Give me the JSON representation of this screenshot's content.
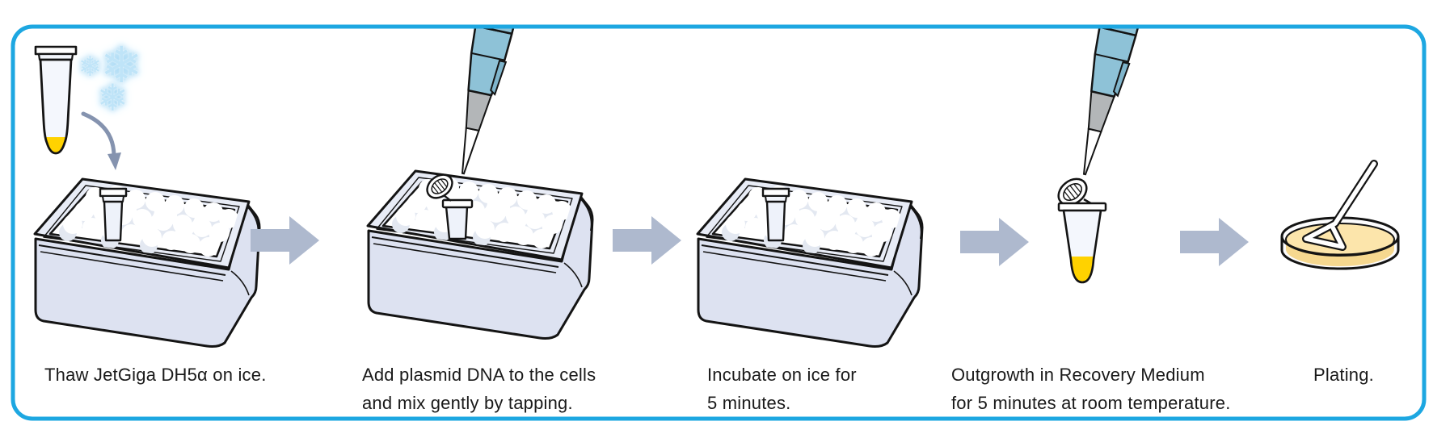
{
  "figure": {
    "title": "Bacterial transformation protocol flow",
    "border_color": "#1da7e1",
    "arrow_color": "#aeb9ce",
    "curved_arrow_color": "#8593af",
    "pipette_color": "#8ec2d7",
    "ice_bucket_color": "#dde2f1",
    "tube_liquid_color": "#ffd200",
    "agar_color": "#fce5ab"
  },
  "icons": {
    "snowflake_glyph": "❄"
  },
  "steps": [
    {
      "caption": "Thaw JetGiga DH5α on ice.",
      "icon": "tube-snowflakes-ice-bucket"
    },
    {
      "caption": "Add plasmid DNA to the cells\nand mix gently by tapping.",
      "icon": "pipette-over-ice-bucket"
    },
    {
      "caption": "Incubate on ice for\n5 minutes.",
      "icon": "ice-bucket"
    },
    {
      "caption": "Outgrowth in Recovery Medium\nfor 5 minutes at room temperature.",
      "icon": "pipette-over-open-tube"
    },
    {
      "caption": "Plating.",
      "icon": "petri-dish-with-spreader"
    }
  ]
}
